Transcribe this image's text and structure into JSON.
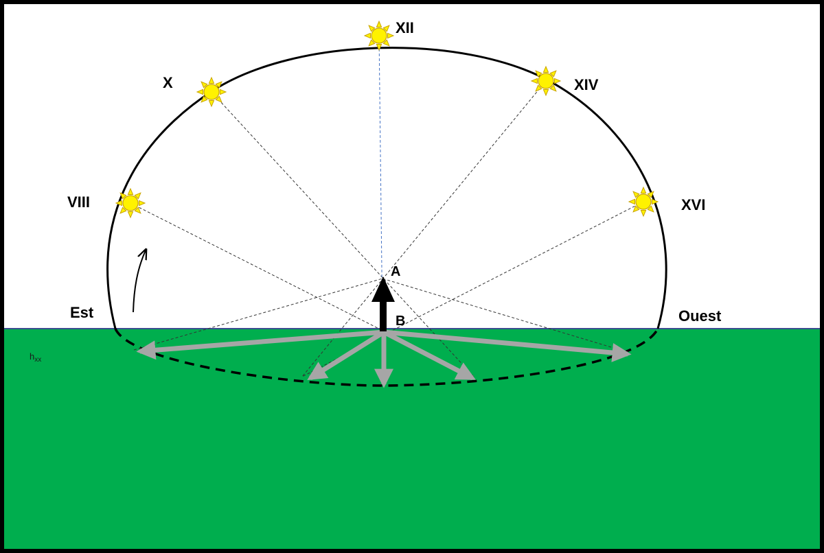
{
  "colors": {
    "ground": "#00AE4E",
    "horizon": "#3A4D8F",
    "sun_fill": "#FFF200",
    "sun_stroke": "#C9A400",
    "shadow_arrow": "#A6A6A6",
    "gnomon": "#000000",
    "zenith_line": "#4472C4",
    "frame": "#000000"
  },
  "labels": {
    "est": "Est",
    "ouest": "Ouest",
    "point_a": "A",
    "point_b": "B",
    "h_main": "h",
    "h_sub": "xx"
  },
  "hours": [
    "VIII",
    "X",
    "XII",
    "XIV",
    "XVI"
  ],
  "icons": {
    "sun": "sun-icon",
    "direction_arrow": "curved-arrow-icon"
  }
}
